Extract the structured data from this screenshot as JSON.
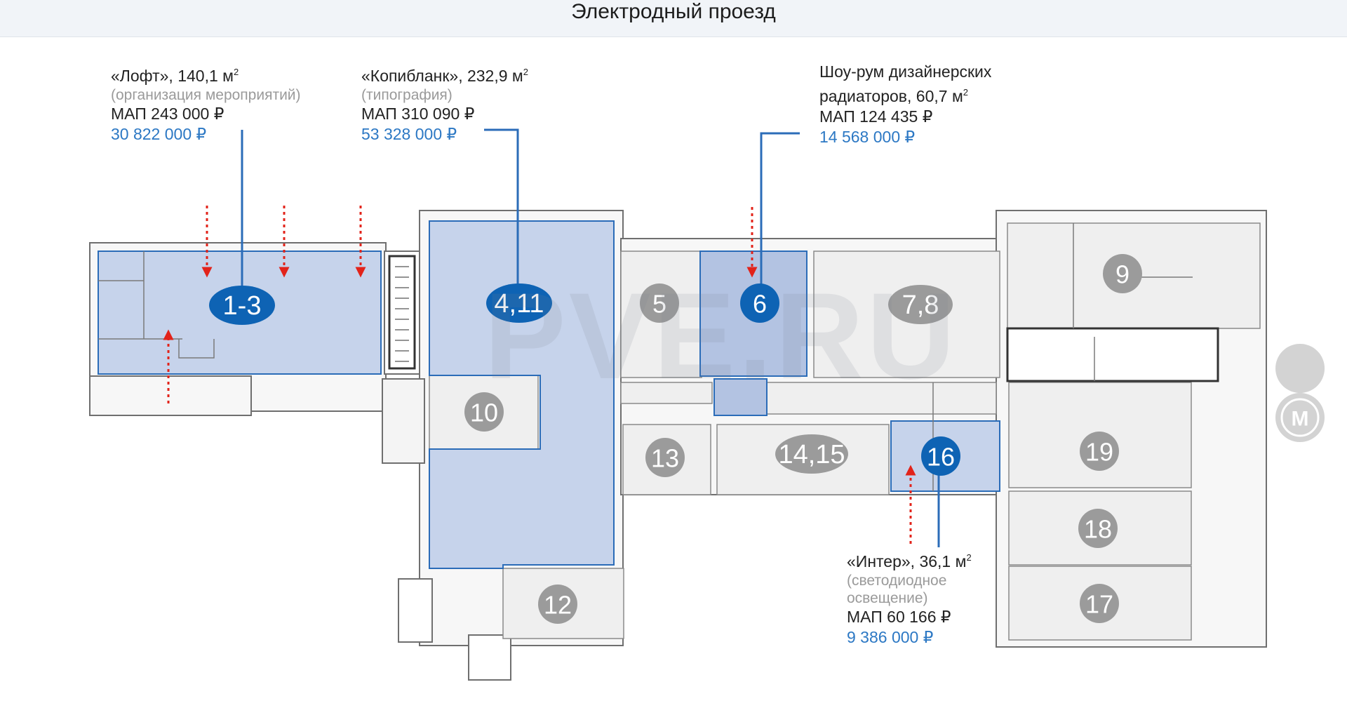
{
  "header": {
    "street": "Электродный проезд"
  },
  "callouts": {
    "loft": {
      "title": "«Лофт», 140,1 м",
      "sub": "(организация мероприятий)",
      "map": "МАП 243 000 ₽",
      "price": "30 822 000 ₽"
    },
    "kopiblank": {
      "title": "«Копибланк», 232,9 м",
      "sub": "(типография)",
      "map": "МАП  310 090 ₽",
      "price": "53 328 000 ₽"
    },
    "showroom": {
      "title_line1": "Шоу-рум дизайнерских",
      "title_line2": "радиаторов, 60,7 м",
      "map": "МАП  124 435 ₽",
      "price": "14 568 000 ₽"
    },
    "inter": {
      "title": "«Интер», 36,1 м",
      "sub_line1": "(светодиодное",
      "sub_line2": "освещение)",
      "map": "МАП 60 166 ₽",
      "price": "9 386 000 ₽"
    }
  },
  "units": {
    "u1_3": "1-3",
    "u4_11": "4,11",
    "u5": "5",
    "u6": "6",
    "u7_8": "7,8",
    "u9": "9",
    "u10": "10",
    "u12": "12",
    "u13": "13",
    "u14_15": "14,15",
    "u16": "16",
    "u17": "17",
    "u18": "18",
    "u19": "19"
  },
  "metro": {
    "label": "М"
  },
  "watermark": {
    "text": "PVE.RU"
  },
  "colors": {
    "selected_fill": "#c6d3eb",
    "selected_border": "#2b6cb8",
    "badge_selected": "#0e63b4",
    "badge_gray": "#9b9b9b",
    "wall": "#6f6f6f",
    "room_gray": "#efefef",
    "arrow": "#e2231a",
    "price_blue": "#2c78c4"
  }
}
